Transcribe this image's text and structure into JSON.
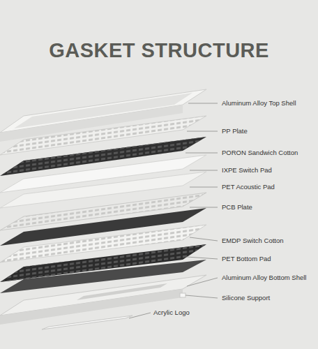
{
  "diagram": {
    "title": "GASKET STRUCTURE",
    "labels": [
      "Aluminum Alloy Top Shell",
      "PP Plate",
      "PORON Sandwich Cotton",
      "IXPE Switch Pad",
      "PET Acoustic Pad",
      "PCB Plate",
      "EMDP Switch Cotton",
      "PET Bottom Pad",
      "Aluminum Alloy Bottom Shell",
      "Silicone Support",
      "Acrylic Logo"
    ]
  }
}
